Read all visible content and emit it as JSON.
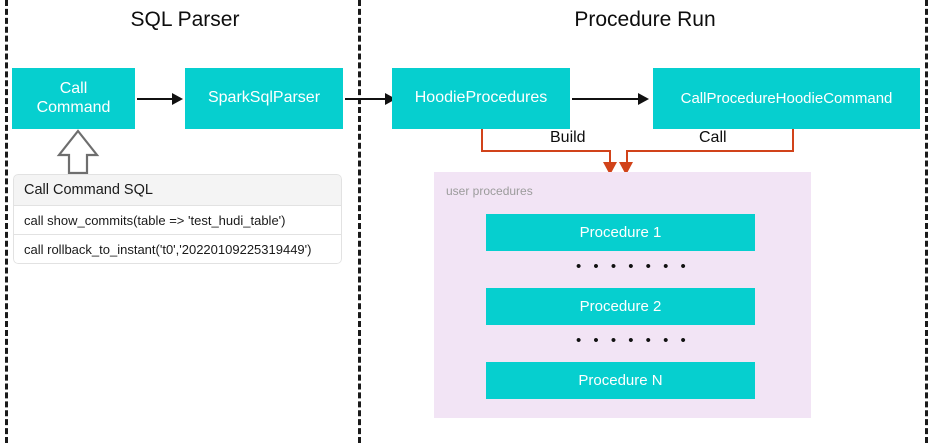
{
  "diagram": {
    "sections": [
      {
        "id": "sql-parser",
        "title": "SQL Parser"
      },
      {
        "id": "procedure-run",
        "title": "Procedure Run"
      }
    ],
    "nodes": [
      {
        "id": "call-command",
        "label": "Call\nCommand"
      },
      {
        "id": "spark-sql-parser",
        "label": "SparkSqlParser"
      },
      {
        "id": "hoodie-procedures",
        "label": "HoodieProcedures"
      },
      {
        "id": "call-procedure-hoodie-command",
        "label": "CallProcedureHoodieCommand"
      }
    ],
    "edge_labels": {
      "build": "Build",
      "call": "Call"
    },
    "sql_panel": {
      "header": "Call Command SQL",
      "rows": [
        "call show_commits(table => 'test_hudi_table')",
        "call rollback_to_instant('t0','20220109225319449')"
      ]
    },
    "procedures_panel": {
      "label": "user procedures",
      "items": [
        {
          "id": "procedure-1",
          "label": "Procedure 1"
        },
        {
          "id": "procedure-2",
          "label": "Procedure 2"
        },
        {
          "id": "procedure-n",
          "label": "Procedure N"
        }
      ],
      "ellipsis": "• • • • • • •"
    },
    "colors": {
      "node_fill": "#06CFCF",
      "node_text": "#FFFFFF",
      "panel_fill": "#F2E4F5",
      "connector": "#D1431A",
      "arrow": "#111111",
      "divider": "#1A1A1A"
    }
  }
}
